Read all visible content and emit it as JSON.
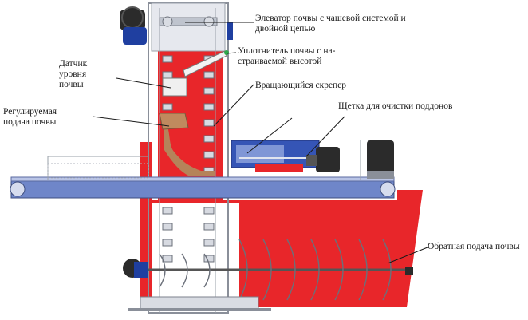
{
  "labels": {
    "elevator_line1": "Элеватор почвы с чашевой системой и",
    "elevator_line2": "двойной цепью",
    "compactor_line1": "Уплотнитель почвы с на-",
    "compactor_line2": "страиваемой высотой",
    "sensor_line1": "Датчик",
    "sensor_line2": "уровня",
    "sensor_line3": "почвы",
    "scraper": "Вращающийся скрепер",
    "brush": "Щетка для очистки поддонов",
    "feed_line1": "Регулируемая",
    "feed_line2": "подача почвы",
    "return_feed": "Обратная подача почвы"
  },
  "colors": {
    "machine_red": "#e8262a",
    "frame_grey": "#c9cdd6",
    "conveyor_blue": "#6f86c9",
    "motor_dark": "#2b2b2b",
    "motor_blue": "#1f3fa0",
    "soil_brown": "#b5835a"
  }
}
